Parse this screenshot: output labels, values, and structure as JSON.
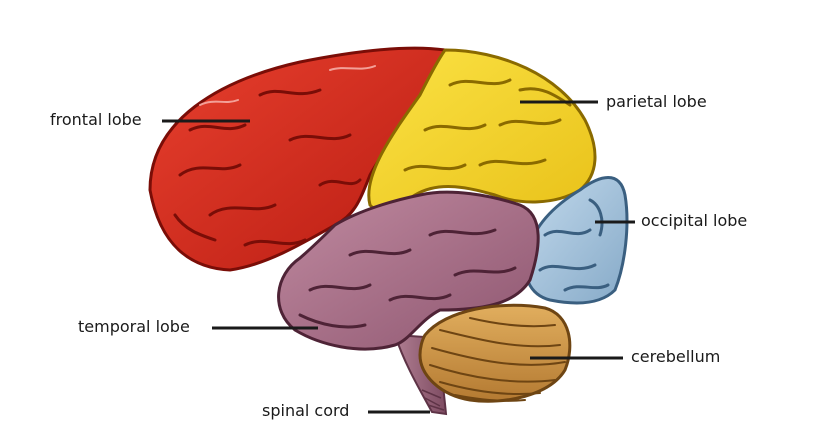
{
  "labels": {
    "frontal": "frontal lobe",
    "parietal": "parietal lobe",
    "occipital": "occipital lobe",
    "temporal": "temporal lobe",
    "cerebellum": "cerebellum",
    "spinal": "spinal cord"
  },
  "colors": {
    "frontal": "#d42a1c",
    "parietal": "#f5d52a",
    "occipital": "#9fc1dc",
    "temporal": "#a86a82",
    "cerebellum": "#d39a48",
    "spinal": "#a06a7e",
    "leader_line": "#1a1a1a"
  }
}
